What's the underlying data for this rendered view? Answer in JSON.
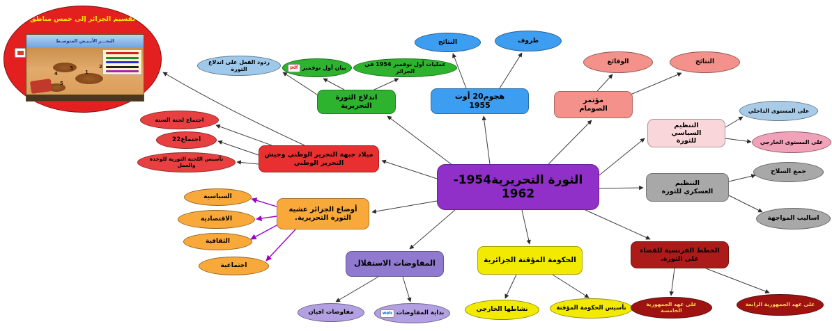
{
  "palette": {
    "center_purple": "#9130c9",
    "green": "#2db32d",
    "blue": "#3d9df0",
    "light_blue": "#9fc9ea",
    "salmon": "#f4918a",
    "pale_pink": "#f8d6da",
    "pink": "#f2a2b8",
    "gray": "#a8a8a8",
    "red": "#e83030",
    "orange": "#f8a93a",
    "purple": "#8f7ad0",
    "light_purple": "#b2a0e2",
    "yellow": "#f2ea00",
    "dark_red": "#9e1212",
    "map_ellipse_red": "#e41f1f",
    "edge_gray": "#3c3c3c",
    "edge_purple": "#9900cc"
  },
  "center": {
    "label": "الثورة التحريرية1954-1962"
  },
  "map_ellipse": {
    "title": "تقسيم الجزائر إلى خمس مناطق",
    "sea_label": "البحـــر الأبـيـض المتوسـط",
    "zones": [
      "1",
      "2",
      "3",
      "4",
      "5"
    ]
  },
  "icons": {
    "pdf": "pdf",
    "web": "web"
  },
  "branches": {
    "outbreak": {
      "label": "اندلاع الثورة التحريرية",
      "children": {
        "reactions": {
          "label": "ردود الفعل على اندلاع الثورة"
        },
        "declaration": {
          "label": "بيان أول نوفمبر"
        },
        "operations": {
          "label": "عمليات أول نوفمبر 1954 في الجزائر"
        }
      }
    },
    "august_attack": {
      "label": "هجوم20 أوت 1955",
      "children": {
        "results": {
          "label": "النتائج"
        },
        "conditions": {
          "label": "ظروف"
        }
      }
    },
    "soummam": {
      "label": "مؤتمر الصومام",
      "children": {
        "facts": {
          "label": "الوقائع"
        },
        "results": {
          "label": "النتائج"
        }
      }
    },
    "political_org": {
      "label": "التنظيم السياسي للثورة",
      "children": {
        "internal": {
          "label": "على المستوى الداخلي"
        },
        "external": {
          "label": "على المستوى الخارجي"
        }
      }
    },
    "military_org": {
      "label": "التنظيم العسكري للثورة",
      "children": {
        "weapons_collection": {
          "label": "جمع السلاح"
        },
        "confrontation_methods": {
          "label": "اساليب المواجهة"
        }
      }
    },
    "fln_birth": {
      "label": "ميلاد  جبهة التحرير الوطني وجيش التحرير الوطني",
      "children": {
        "committee_of_six": {
          "label": "اجتماع لجنة الستة"
        },
        "meeting_of_22": {
          "label": "اجتماع22"
        },
        "crua": {
          "label": "تأسيس اللجنة الثورية للوحدة والعمل"
        }
      }
    },
    "eve_conditions": {
      "label": "أوضاع الجزائر عشية الثورة التحريرية.",
      "children": {
        "political": {
          "label": "السياسية"
        },
        "economic": {
          "label": "الاقتصادية"
        },
        "cultural": {
          "label": "الثقافية"
        },
        "social": {
          "label": "اجتماعية"
        }
      }
    },
    "negotiations": {
      "label": "المفاوضات الاستقلال",
      "children": {
        "evian": {
          "label": "مفاوضات افيان"
        },
        "start": {
          "label": "بداية المفاوضات"
        }
      }
    },
    "provisional_gov": {
      "label": "الحكومة المؤقتة الجزائرية",
      "children": {
        "external_activity": {
          "label": "نشاطها الخارجي"
        },
        "founding": {
          "label": "تأسيس الحكومة المؤقتة"
        }
      }
    },
    "french_plans": {
      "label": "الخطط الفرنسية للقضاء على الثورة.",
      "children": {
        "fifth_republic": {
          "label": "على عهد الجمهورية الخامسة"
        },
        "fourth_republic": {
          "label": "على عهد الجمهورية الرابعة"
        }
      }
    }
  }
}
